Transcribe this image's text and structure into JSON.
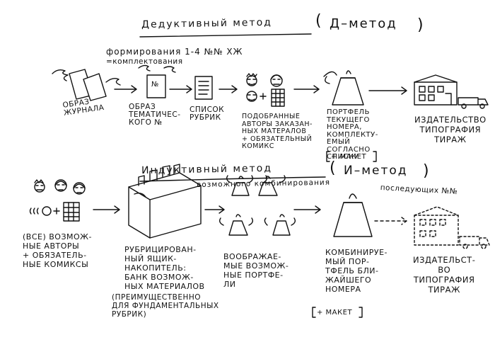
{
  "deductive": {
    "title": "Дедуктивный метод",
    "abbr_open": "(",
    "abbr": "Д–метод",
    "abbr_close": ")",
    "formation": "формирования 1-4 №№ ХЖ",
    "completion": "=комплектования",
    "labels": {
      "journal_image": [
        "ОБРАЗ",
        "ЖУРНАЛА"
      ],
      "thematic_image": [
        "ОБРАЗ",
        "ТЕМАТИЧЕС-",
        "КОГО №"
      ],
      "rubric_list": [
        "СПИСОК",
        "РУБРИК"
      ],
      "selected_authors": [
        "ПОДОБРАННЫЕ",
        "АВТОРЫ ЗАКАЗАН-",
        "НЫХ МАТЕРАЛОВ",
        "+ ОБЯЗАТЕЛЬНЫЙ",
        "КОМИКС"
      ],
      "portfolio": [
        "ПОРТФЕЛЬ",
        "ТЕКУЩЕГО",
        "НОМЕРА,",
        "КОМПЛЕКТУ-",
        "ЕМЫЙ",
        "СОГЛАСНО",
        "СПИСКУ"
      ],
      "publisher": [
        "ИЗДАТЕЛЬСТВО",
        "ТИПОГРАФИЯ",
        "ТИРАЖ"
      ]
    },
    "maket": "+ МАКЕТ",
    "sheet_mark": "№"
  },
  "inductive": {
    "title": "Индуктивный метод",
    "subtitle": "возможного комбинирования",
    "abbr_open": "(",
    "abbr": "И–метод",
    "abbr_close": ")",
    "following": "последующих №№",
    "labels": {
      "all_authors": [
        "(ВСЕ) ВОЗМОЖ-",
        "НЫЕ АВТОРЫ",
        "+ ОБЯЗАТЕЛЬ-",
        "НЫЕ КОМИКСЫ"
      ],
      "rubric_box": [
        "РУБРИЦИРОВАН-",
        "НЫЙ ЯЩИК-",
        "НАКОПИТЕЛЬ:",
        "БАНК ВОЗМОЖ-",
        "НЫХ МАТЕРИАЛОВ"
      ],
      "rubric_note": [
        "(ПРЕИМУЩЕСТВЕННО",
        "ДЛЯ ФУНДАМЕНТАЛЬНЫХ",
        "РУБРИК)"
      ],
      "imagined": [
        "ВООБРАЖАЕ-",
        "МЫЕ ВОЗМОЖ-",
        "НЫЕ ПОРТФЕ-",
        "ЛИ"
      ],
      "combined": [
        "КОМБИНИРУЕ-",
        "МЫЙ ПОР-",
        "ТФЕЛЬ БЛИ-",
        "ЖАЙШЕГО",
        "НОМЕРА"
      ],
      "publisher": [
        "ИЗДАТЕЛЬСТ-",
        "ВО",
        "ТИПОГРАФИЯ",
        "ТИРАЖ"
      ]
    },
    "maket": "+ МАКЕТ"
  }
}
